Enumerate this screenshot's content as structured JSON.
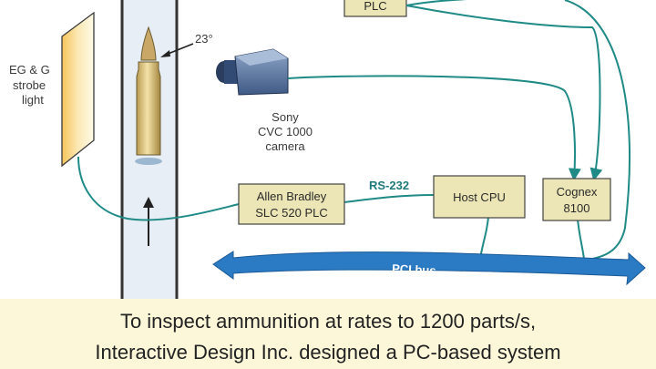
{
  "labels": {
    "strobe_line1": "EG & G",
    "strobe_line2": "strobe",
    "strobe_line3": "light",
    "angle": "23°",
    "camera_line1": "Sony",
    "camera_line2": "CVC 1000",
    "camera_line3": "camera",
    "top_plc": "PLC",
    "plc_line1": "Allen Bradley",
    "plc_line2": "SLC 520 PLC",
    "rs232": "RS-232",
    "host_cpu": "Host CPU",
    "cognex_line1": "Cognex",
    "cognex_line2": "8100",
    "pci_bus": "PCI bus"
  },
  "caption": {
    "line1": "To inspect ammunition at rates to 1200 parts/s,",
    "line2": "Interactive Design Inc. designed a PC-based system"
  },
  "colors": {
    "wire": "#1f8a86",
    "box_fill": "#ece6b6",
    "bus_blue": "#2a7ac4",
    "chute_fill": "#e8eef6",
    "caption_bg": "#fdf7d9"
  }
}
